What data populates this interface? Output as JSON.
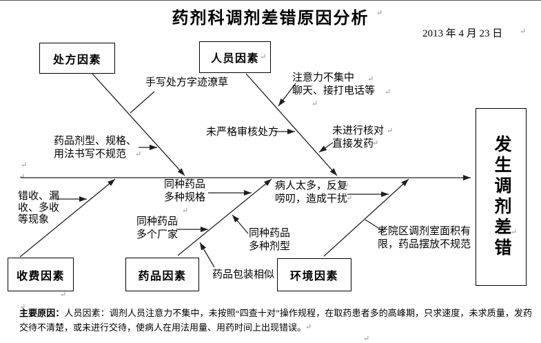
{
  "page": {
    "title": "药剂科调剂差错原因分析",
    "date": "2013 年 4 月 23 日"
  },
  "boxes": {
    "prescription": "处方因素",
    "personnel": "人员因素",
    "charging": "收费因素",
    "drug": "药品因素",
    "environment": "环境因素",
    "effect": "发生调剂差错"
  },
  "causes": {
    "handwriting": "手写处方字迹潦草",
    "attention": "注意力不集中\n聊天、接打电话等",
    "no_review": "未严格审核处方",
    "no_check": "未进行核对\n直接发药",
    "dosage_writing": "药品剂型、规格、\n用法书写不规范",
    "charge_errors": "错收、漏\n收、多收\n等现象",
    "same_drug_specs": "同种药品\n多种规格",
    "same_drug_manufacturers": "同种药品\n多个厂家",
    "same_drug_forms": "同种药品\n多种剂型",
    "similar_packaging": "药品包装相似",
    "patients": "病人太多，反复\n唠叨，造成干扰",
    "room_area": "老院区调剂室面积有\n限，药品摆放不规范"
  },
  "footer": {
    "label": "主要原因：",
    "text": "人员因素：调剂人员注意力不集中，未按照“四查十对”操作规程，在取药患者多的高峰期，只求速度，未求质量，发药交待不清楚，或未进行交待，使病人在用法用量、用药时间上出现错误。"
  },
  "marks": {
    "pilcrow": "↵"
  },
  "colors": {
    "line": "#1f1f1f",
    "pilcrow": "#8a8a8a"
  }
}
